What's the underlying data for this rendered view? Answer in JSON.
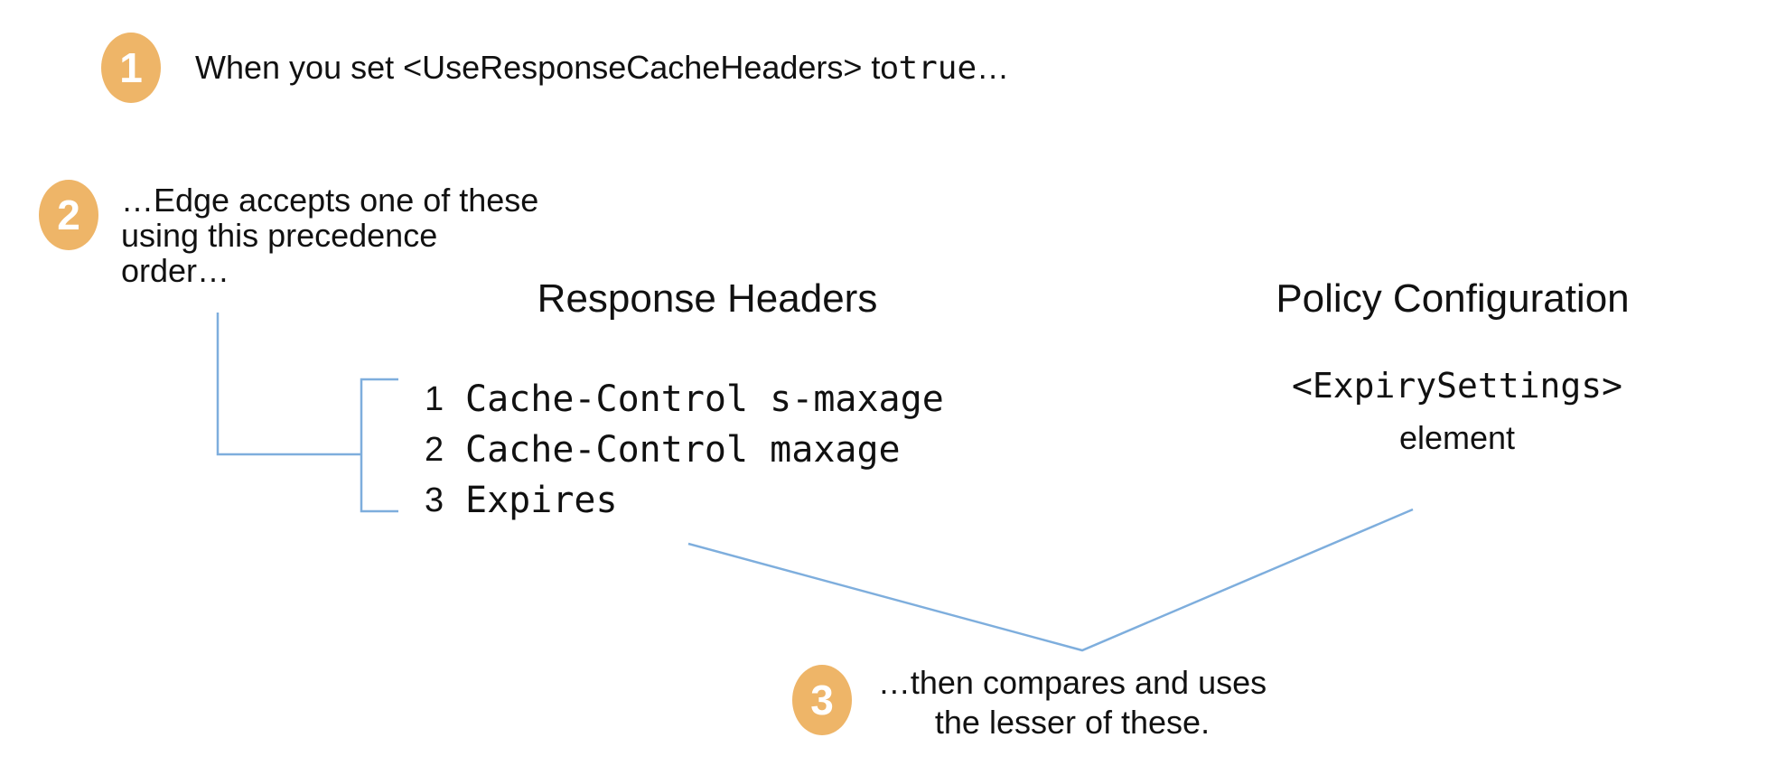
{
  "diagram": {
    "step1": {
      "number": "1",
      "text_prefix": "When you set <UseResponseCacheHeaders> to ",
      "text_code": "true",
      "text_suffix": "…"
    },
    "step2": {
      "number": "2",
      "line1": "…Edge accepts one of these",
      "line2": "using this precedence",
      "line3": "order…"
    },
    "step3": {
      "number": "3",
      "line1": "…then compares and uses",
      "line2": "the lesser of these."
    },
    "columns": {
      "response_headers": {
        "title": "Response Headers",
        "items": [
          {
            "num": "1",
            "label": "Cache-Control s-maxage"
          },
          {
            "num": "2",
            "label": "Cache-Control maxage"
          },
          {
            "num": "3",
            "label": "Expires"
          }
        ]
      },
      "policy_configuration": {
        "title": "Policy Configuration",
        "code": "<ExpirySettings>",
        "caption": "element"
      }
    },
    "colors": {
      "badge": "#EEB568",
      "line": "#7EAEDD",
      "text": "#111111"
    }
  }
}
